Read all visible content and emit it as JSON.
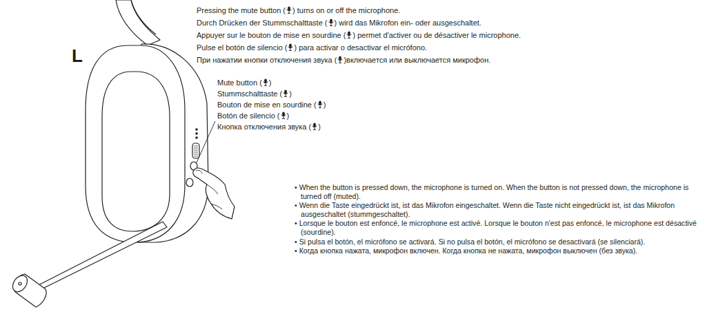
{
  "diagram": {
    "labels": [
      "L",
      "Pressing the mute button (",
      ") turns on or off the microphone.",
      "Durch Drücken der Stummschalttaste (",
      ") wird das Mikrofon ein- oder ausgeschaltet.",
      "Appuyer sur le bouton de mise en sourdine (",
      ") permet d'activer ou de désactiver le microphone.",
      "Pulse el botón de silencio (",
      ") para activar o desactivar el micrófono.",
      "При нажатии кнопки отключения звука (",
      ")включается или выключается микрофон.",
      "Mute button (",
      ")",
      "Stummschalttaste (",
      ")",
      "Bouton de mise en sourdine (",
      ")",
      "Botón de silencio (",
      ")",
      "Кнопка отключения звука (",
      ")",
      "• When the button is pressed down, the microphone is turned on. When the button is not pressed down, the microphone is turned off (muted).",
      "• Wenn die Taste eingedrückt ist, ist das Mikrofon eingeschaltet. Wenn die Taste nicht eingedrückt ist, ist das Mikrofon ausgeschaltet (stummgeschaltet).",
      "• Lorsque le bouton est enfoncé, le microphone est activé. Lorsque le bouton n'est pas enfoncé, le microphone est désactivé (sourdine).",
      "• Si pulsa el botón, el micrófono se activará. Si no pulsa el botón, el micrófono se desactivará (se silenciará).",
      "• Когда кнопка нажата, микрофон включен. Когда кнопка не нажата, микрофон выключен (без звука)."
    ]
  }
}
